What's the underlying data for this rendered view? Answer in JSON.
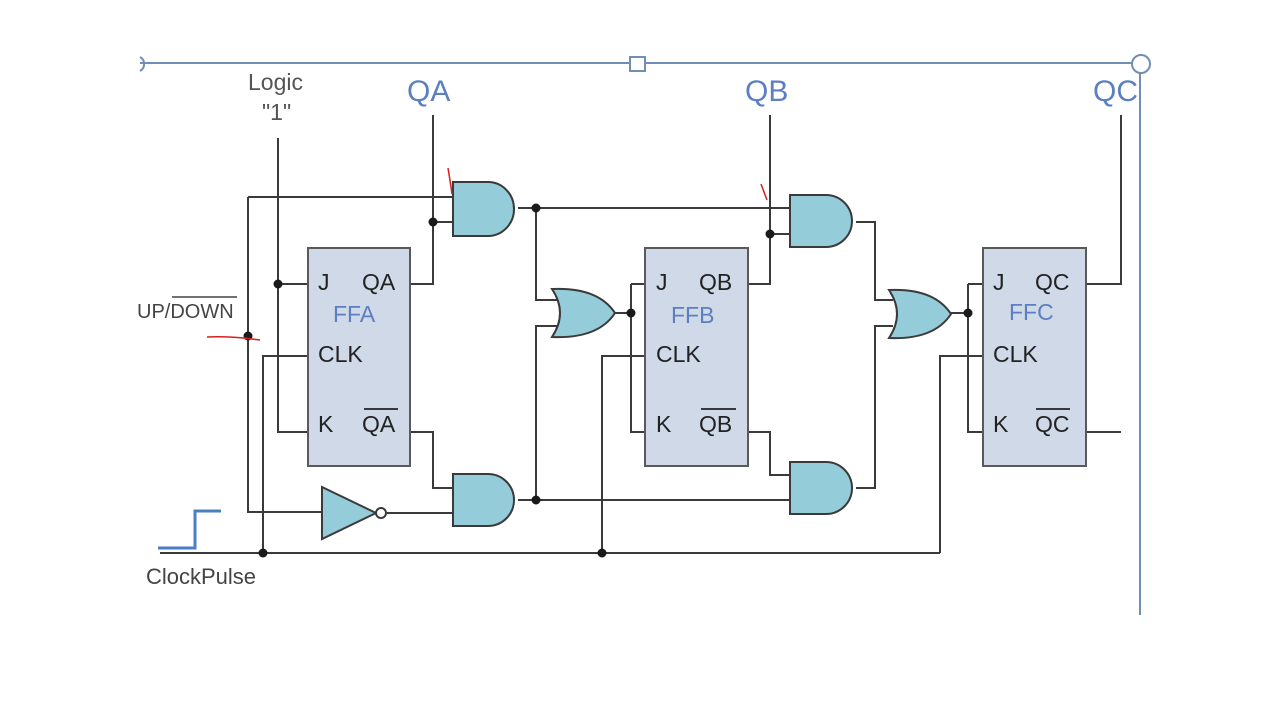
{
  "diagram": {
    "outputs": {
      "qa": "QA",
      "qb": "QB",
      "qc": "QC"
    },
    "logic_label": {
      "line1": "Logic",
      "line2": "\"1\""
    },
    "up_down_label": {
      "up": "UP/",
      "down": "DOWN"
    },
    "clock_label": "ClockPulse",
    "flip_flops": [
      {
        "name": "FFA",
        "j": "J",
        "q": "QA",
        "clk": "CLK",
        "k": "K",
        "qbar": "QA"
      },
      {
        "name": "FFB",
        "j": "J",
        "q": "QB",
        "clk": "CLK",
        "k": "K",
        "qbar": "QB"
      },
      {
        "name": "FFC",
        "j": "J",
        "q": "QC",
        "clk": "CLK",
        "k": "K",
        "qbar": "QC"
      }
    ],
    "colors": {
      "gate_fill": "#94cdd9",
      "flip_flop_fill": "#cfd9e7",
      "label_blue": "#5b7fc0",
      "annotation_red": "#d62020"
    }
  }
}
